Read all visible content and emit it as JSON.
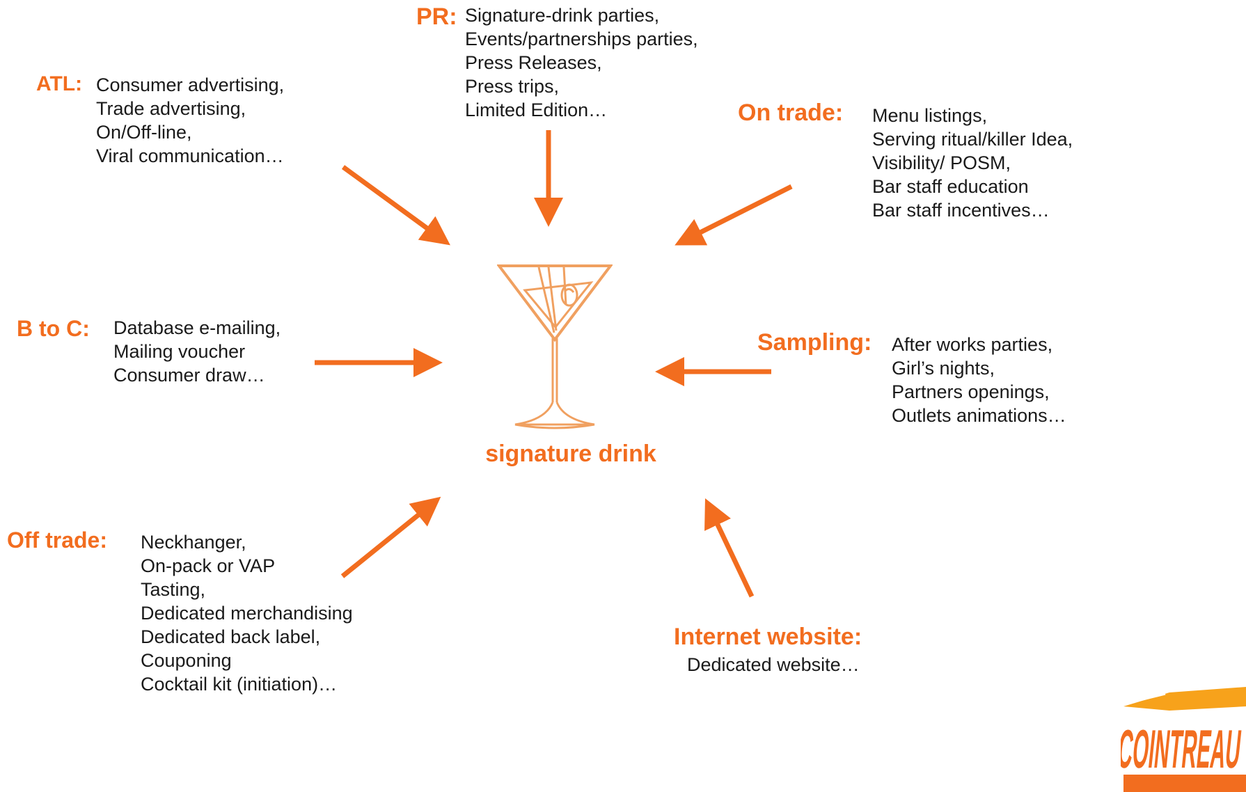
{
  "center": {
    "label": "signature drink",
    "icon": "cocktail-glass-icon"
  },
  "colors": {
    "accent": "#f26d1f",
    "text": "#1a1a1a"
  },
  "groups": {
    "atl": {
      "label": "ATL",
      "sep": ":",
      "items": [
        "Consumer advertising,",
        "Trade advertising,",
        "On/Off-line,",
        "Viral communication…"
      ]
    },
    "pr": {
      "label": "PR",
      "sep": ":",
      "items": [
        "Signature-drink parties,",
        "Events/partnerships parties,",
        "Press Releases,",
        "Press trips,",
        "Limited Edition…"
      ]
    },
    "on_trade": {
      "label": "On trade",
      "sep": ":",
      "items": [
        "Menu listings,",
        "Serving ritual/killer Idea,",
        "Visibility/ POSM,",
        "Bar staff education",
        "Bar staff incentives…"
      ]
    },
    "b_to_c": {
      "label": "B to C",
      "sep": ":",
      "items": [
        "Database e-mailing,",
        "Mailing voucher",
        "Consumer draw…"
      ]
    },
    "sampling": {
      "label": "Sampling:",
      "sep": "",
      "items": [
        "After works parties,",
        "Girl’s nights,",
        "Partners openings,",
        "Outlets animations…"
      ]
    },
    "off_trade": {
      "label": "Off trade",
      "sep": ":",
      "items": [
        "Neckhanger,",
        "On-pack or VAP",
        "Tasting,",
        "Dedicated merchandising",
        "Dedicated back label,",
        "Couponing",
        "Cocktail kit (initiation)…"
      ]
    },
    "internet": {
      "label": "Internet website",
      "sep": ":",
      "items": [
        "Dedicated website…"
      ]
    }
  },
  "logo": {
    "text": "COINTREAU",
    "icon": "cointreau-logo"
  }
}
